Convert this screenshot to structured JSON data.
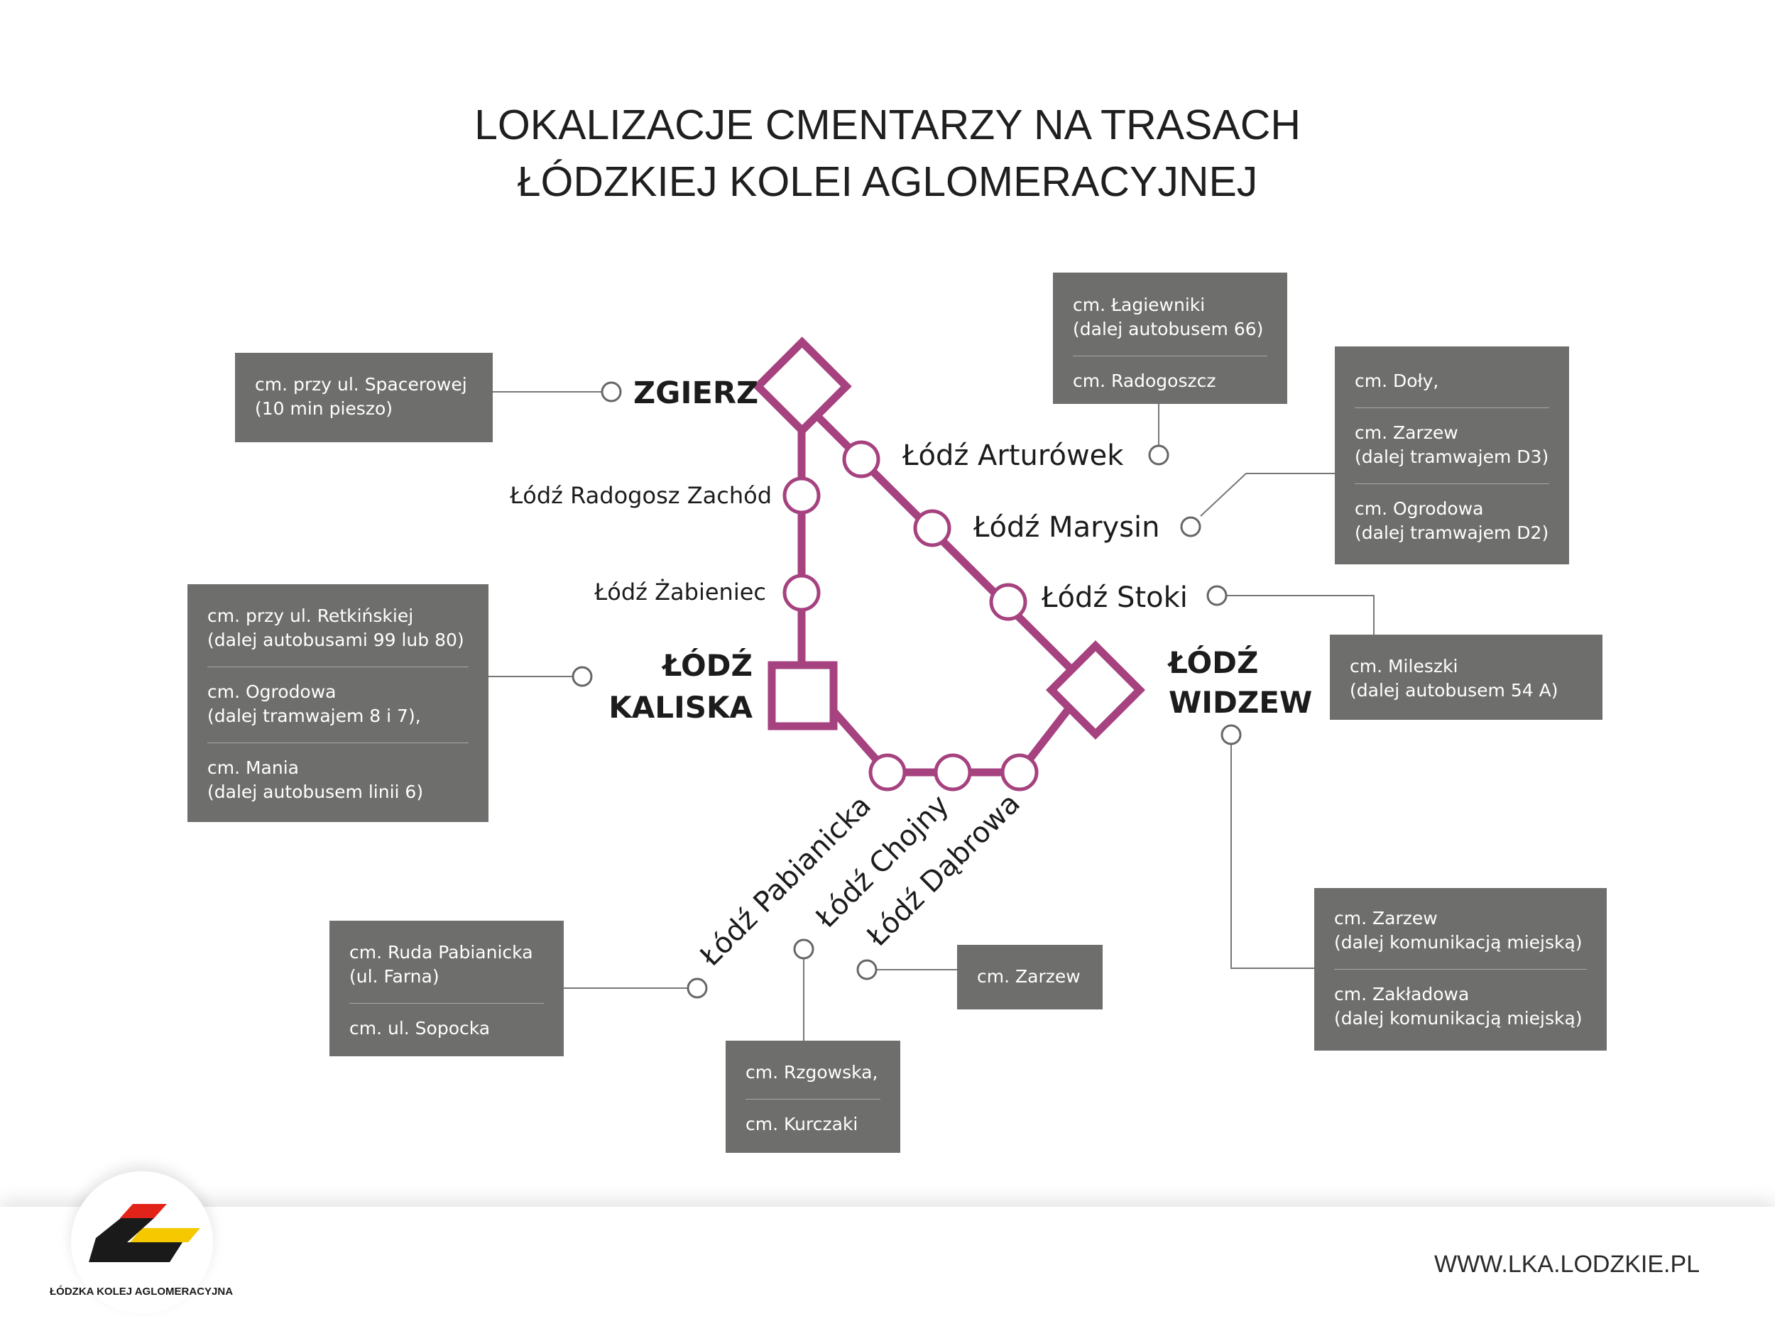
{
  "title": {
    "line1": "LOKALIZACJE CMENTARZY NA TRASACH",
    "line2": "ŁÓDZKIEJ KOLEI AGLOMERACYJNEJ"
  },
  "colors": {
    "route": "#a5427f",
    "box": "#6e6e6d",
    "connector": "#777777",
    "logo_red": "#e2231a",
    "logo_yellow": "#f5c800",
    "logo_black": "#1a1a1a"
  },
  "stations": {
    "zgierz": "ZGIERZ",
    "kaliska_1": "ŁÓDŹ",
    "kaliska_2": "KALISKA",
    "widzew_1": "ŁÓDŹ",
    "widzew_2": "WIDZEW",
    "radogosz": "Łódź Radogosz Zachód",
    "zabieniec": "Łódź Żabieniec",
    "arturowek": "Łódź Arturówek",
    "marysin": "Łódź Marysin",
    "stoki": "Łódź Stoki",
    "pabianicka": "Łódź Pabianicka",
    "chojny": "Łódź Chojny",
    "dabrowa": "Łódź Dąbrowa"
  },
  "boxes": {
    "spacerowa": [
      "cm. przy ul. Spacerowej",
      "(10 min pieszo)"
    ],
    "lagiewniki": [
      "cm. Łagiewniki",
      "(dalej autobusem 66)"
    ],
    "radogoszcz": [
      "cm. Radogoszcz"
    ],
    "doly": [
      "cm. Doły,"
    ],
    "zarzew_d3": [
      "cm. Zarzew",
      "(dalej tramwajem D3)"
    ],
    "ogrodowa_d2": [
      "cm. Ogrodowa",
      "(dalej tramwajem D2)"
    ],
    "retkinska": [
      "cm. przy ul. Retkińskiej",
      "(dalej autobusami 99 lub 80)"
    ],
    "ogrodowa_87": [
      "cm. Ogrodowa",
      "(dalej tramwajem 8 i 7),"
    ],
    "mania": [
      "cm. Mania",
      "(dalej autobusem linii 6)"
    ],
    "mileszki": [
      "cm. Mileszki",
      "(dalej autobusem 54 A)"
    ],
    "zarzew_km": [
      "cm. Zarzew",
      "(dalej komunikacją miejską)"
    ],
    "zakladowa": [
      "cm. Zakładowa",
      "(dalej komunikacją miejską)"
    ],
    "ruda": [
      "cm. Ruda Pabianicka",
      "(ul. Farna)"
    ],
    "sopocka": [
      "cm. ul. Sopocka"
    ],
    "rzgowska": [
      "cm. Rzgowska,"
    ],
    "kurczaki": [
      "cm. Kurczaki"
    ],
    "zarzew_dabrowa": [
      "cm. Zarzew"
    ]
  },
  "logo": {
    "name": "ŁÓDZKA KOLEJ AGLOMERACYJNA",
    "icon": "lka-logo-icon"
  },
  "website": "WWW.LKA.LODZKIE.PL"
}
